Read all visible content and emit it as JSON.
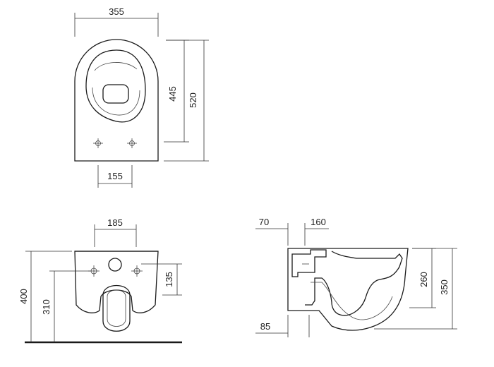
{
  "views": {
    "top": {
      "dims": {
        "width": "355",
        "hole_spacing": "155",
        "depth_inner": "445",
        "depth_total": "520"
      }
    },
    "front": {
      "dims": {
        "hole_spacing": "185",
        "height_top": "400",
        "height_outlet": "310",
        "hole_vertical": "135"
      }
    },
    "side": {
      "dims": {
        "wall_offset": "70",
        "inlet_offset": "160",
        "bottom_offset": "85",
        "inner_height": "260",
        "total_height": "350"
      }
    }
  }
}
